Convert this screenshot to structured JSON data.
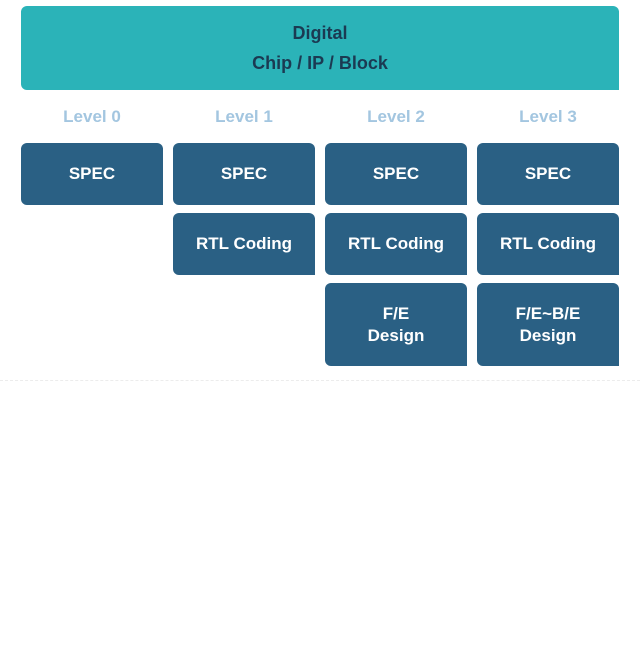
{
  "header": {
    "line1": "Digital",
    "line2": "Chip / IP / Block",
    "color": "#2bb3b8"
  },
  "levels": [
    {
      "label": "Level 0",
      "boxes": [
        "SPEC"
      ]
    },
    {
      "label": "Level 1",
      "boxes": [
        "SPEC",
        "RTL Coding"
      ]
    },
    {
      "label": "Level 2",
      "boxes": [
        "SPEC",
        "RTL Coding",
        "F/E",
        "Design"
      ]
    },
    {
      "label": "Level 3",
      "boxes": [
        "SPEC",
        "RTL Coding",
        "F/E~B/E",
        "Design"
      ]
    }
  ],
  "colors": {
    "box": "#2a6084",
    "level_label": "#a3c6e0",
    "header_text": "#1b3a52"
  }
}
